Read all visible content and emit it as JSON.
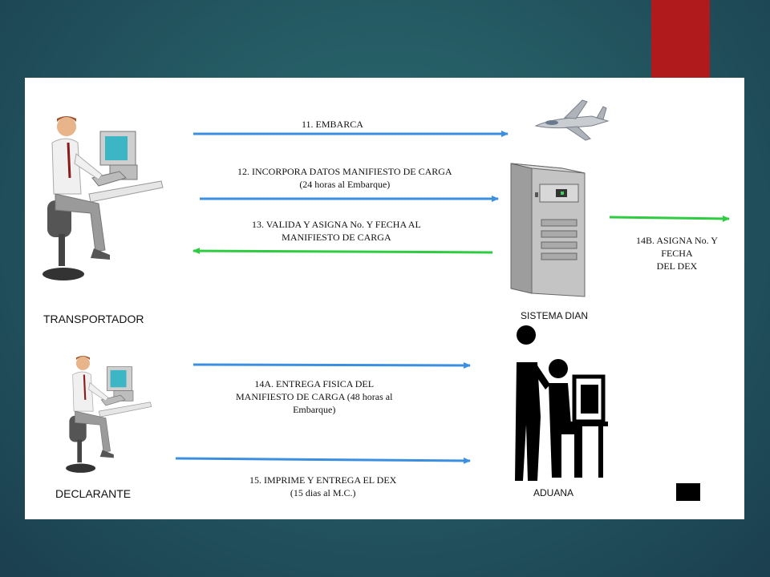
{
  "colors": {
    "background": "#245a63",
    "accent_red": "#b01a1c",
    "arrow_blue": "#3a8fe0",
    "arrow_green": "#2ecc40"
  },
  "actors": {
    "transportador": "TRANSPORTADOR",
    "declarante": "DECLARANTE",
    "sistema": "SISTEMA DIAN",
    "aduana": "ADUANA"
  },
  "steps": {
    "s11": "11. EMBARCA",
    "s12_line1": "12. INCORPORA DATOS MANIFIESTO DE CARGA",
    "s12_line2": "(24 horas al Embarque)",
    "s13_line1": "13. VALIDA Y ASIGNA No. Y FECHA AL",
    "s13_line2": "MANIFIESTO DE CARGA",
    "s14b_line1": "14B. ASIGNA No. Y",
    "s14b_line2": "FECHA",
    "s14b_line3": "DEL DEX",
    "s14a_line1": "14A. ENTREGA FISICA DEL",
    "s14a_line2": "MANIFIESTO DE CARGA  (48 horas al",
    "s14a_line3": "Embarque)",
    "s15_line1": "15. IMPRIME  Y ENTREGA  EL DEX",
    "s15_line2": "(15 dias al M.C.)"
  },
  "icons": [
    "person-at-computer-icon",
    "airplane-icon",
    "server-tower-icon",
    "customs-officer-icon"
  ]
}
